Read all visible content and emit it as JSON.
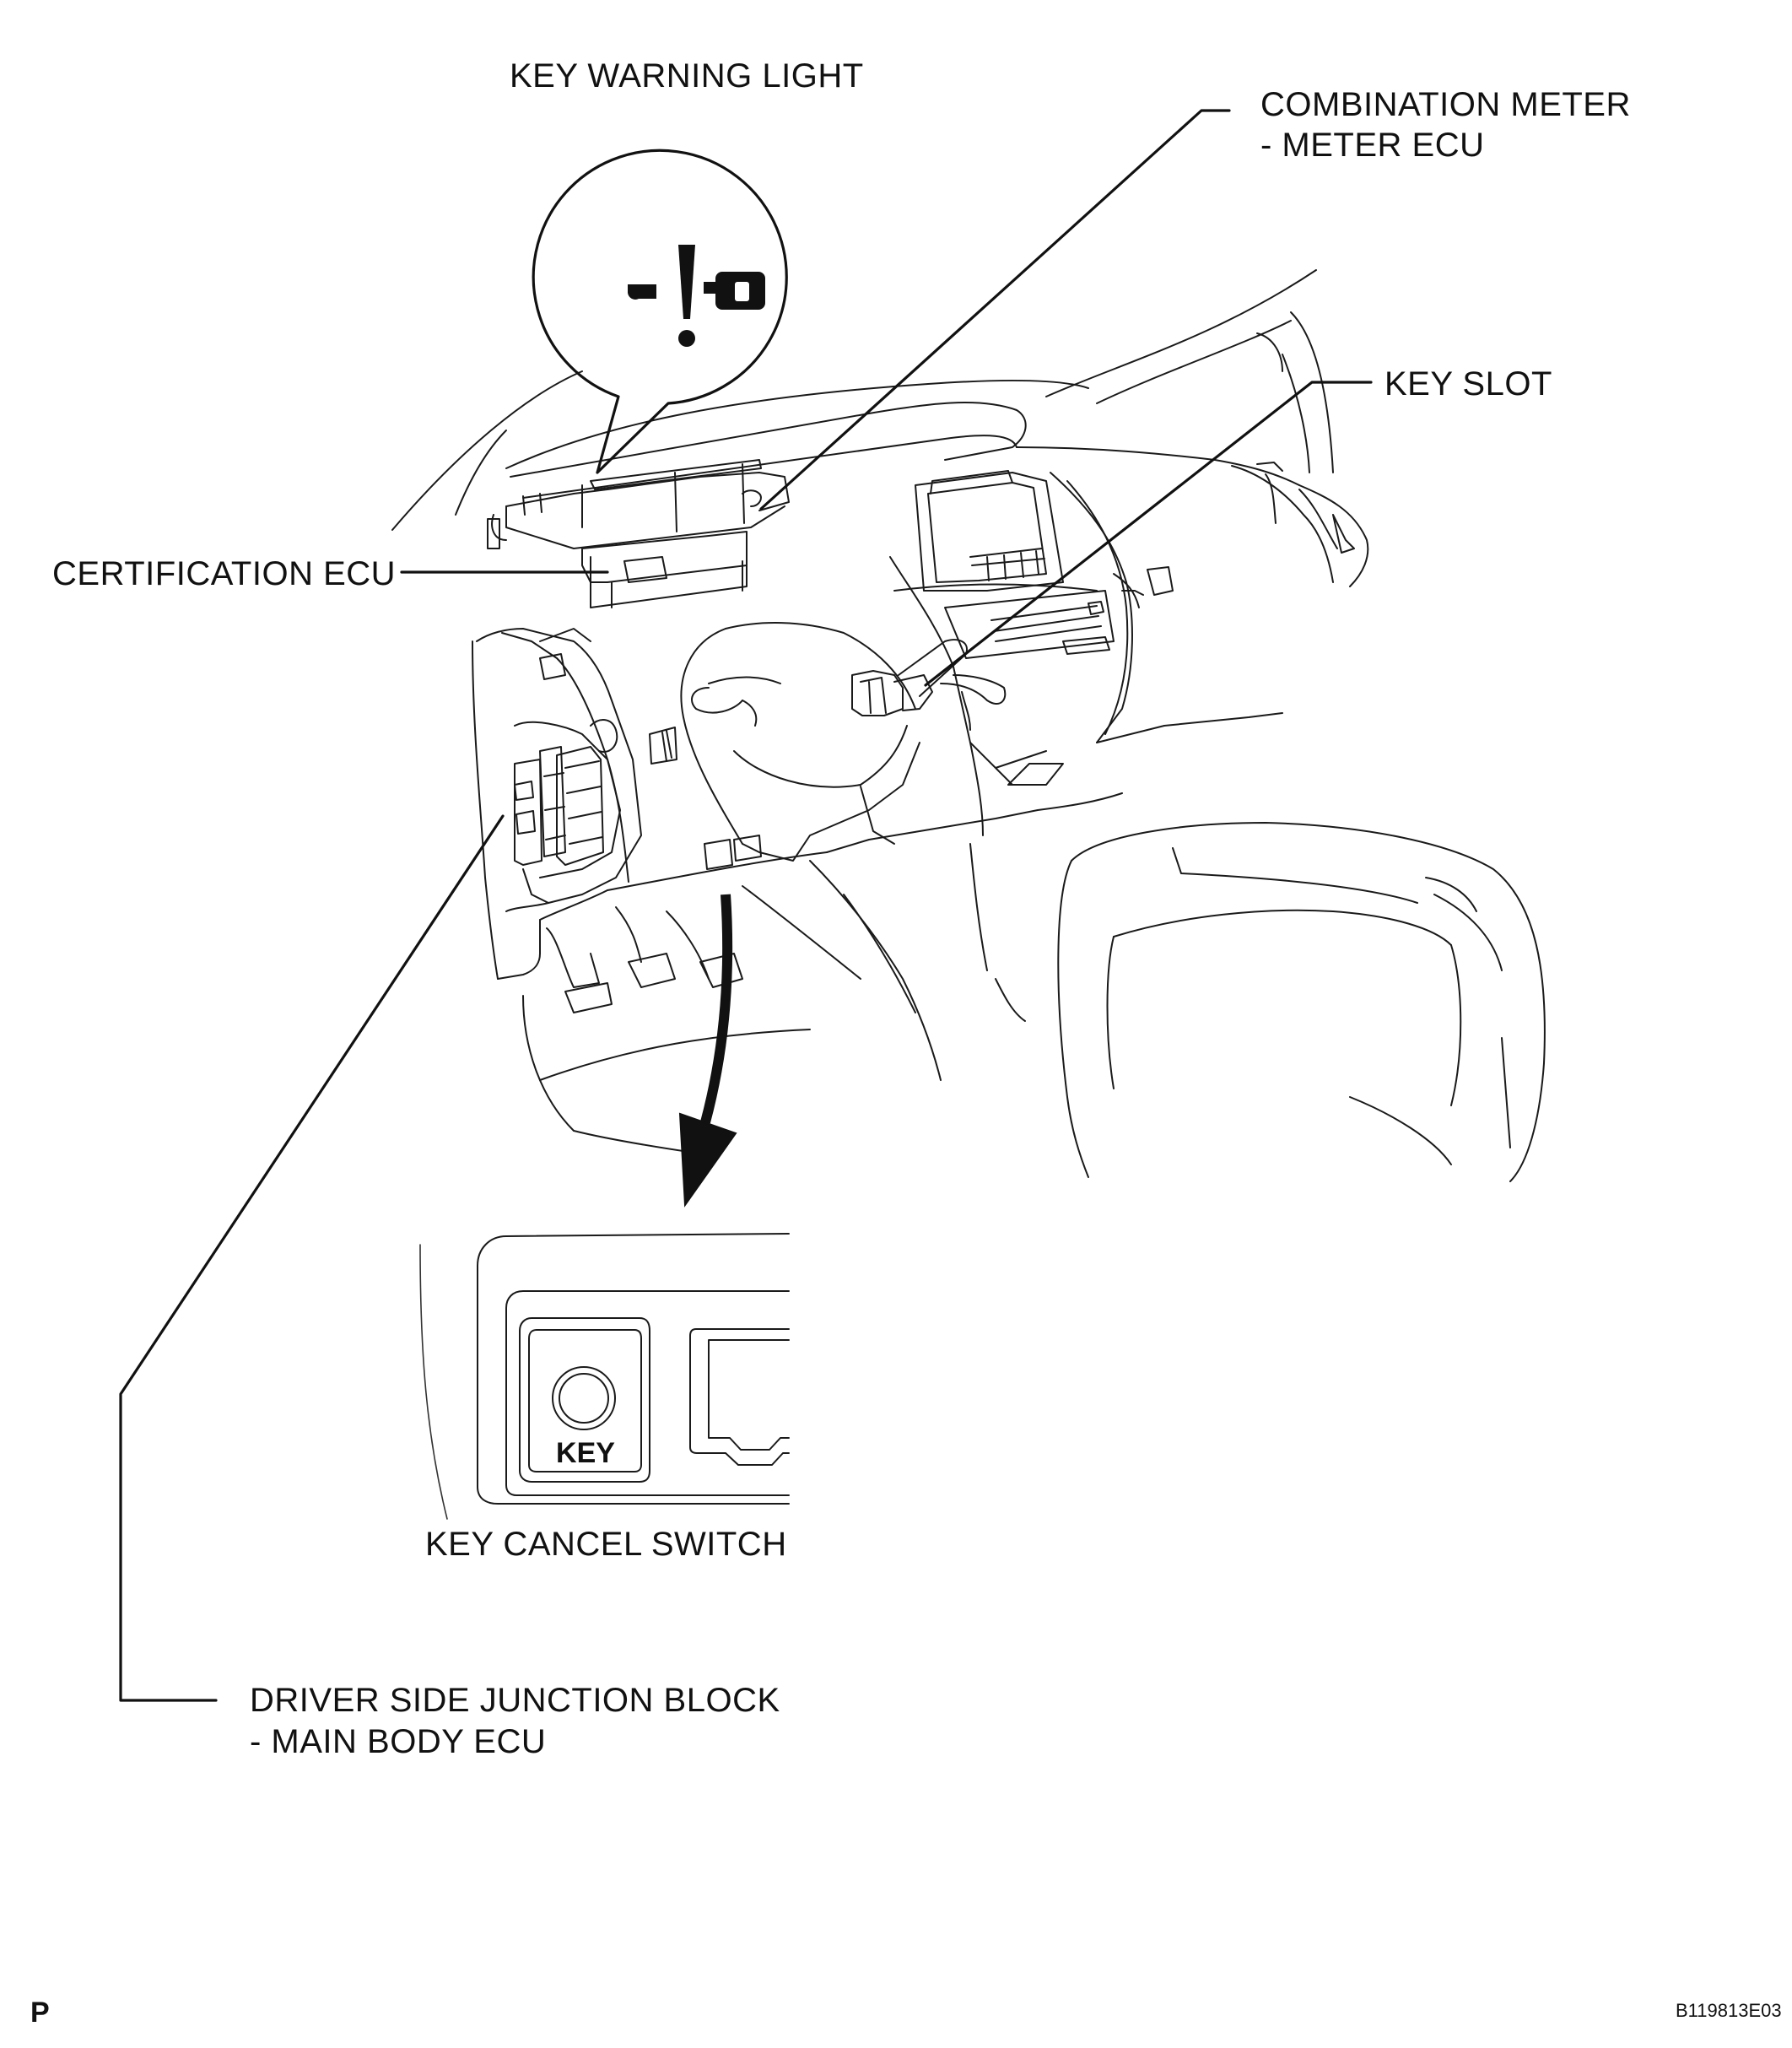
{
  "labels": {
    "key_warning_light": "KEY WARNING LIGHT",
    "combination_meter_line1": "COMBINATION METER",
    "combination_meter_line2": "- METER ECU",
    "key_slot": "KEY SLOT",
    "certification_ecu": "CERTIFICATION ECU",
    "key_cancel_switch": "KEY CANCEL SWITCH",
    "junction_block_line1": "DRIVER SIDE JUNCTION BLOCK",
    "junction_block_line2": "- MAIN BODY ECU"
  },
  "switch_button_text": "KEY",
  "corner_mark": "P",
  "figure_code": "B119813E03"
}
